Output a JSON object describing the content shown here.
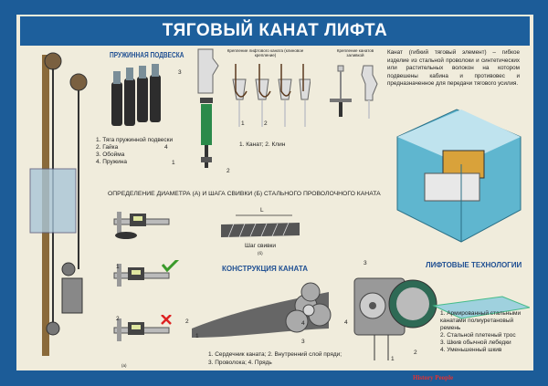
{
  "title": "ТЯГОВЫЙ КАНАТ ЛИФТА",
  "spring": {
    "heading": "ПРУЖИННАЯ ПОДВЕСКА",
    "items": [
      "1. Тяга пружинной подвески",
      "2. Гайка",
      "3. Обойма",
      "4. Пружина"
    ],
    "callouts": [
      "3",
      "4",
      "1",
      "2"
    ]
  },
  "wedge": {
    "heading": "Крепление лифтового каната (клиновое крепление)",
    "labels": [
      "1",
      "2"
    ],
    "legend": "1. Канат; 2. Клин"
  },
  "pour": {
    "heading": "Крепление канатов заливкой"
  },
  "description": "Канат (гибкий тяговый элемент) – гибкое изделие из стальной проволоки и синтетических или растительных волокон на котором подвешены кабина и противовес и предназначенное для передачи тягового усилия.",
  "diameter": {
    "heading": "ОПРЕДЕЛЕНИЕ ДИАМЕТРА (А) И ШАГА СВИВКИ (Б) СТАЛЬНОГО ПРОВОЛОЧНОГО КАНАТА",
    "L": "L",
    "lay_label": "Шаг свивки",
    "b": "(б)",
    "a": "(а)",
    "nums": [
      "1",
      "2"
    ]
  },
  "construction": {
    "heading": "КОНСТРУКЦИЯ КАНАТА",
    "legend1": "1. Сердечник каната; 2. Внутренний слой пряди;",
    "legend2": "3. Проволока; 4. Прядь",
    "callouts": [
      "1",
      "2",
      "3",
      "4"
    ]
  },
  "tech": {
    "heading": "ЛИФТОВЫЕ ТЕХНОЛОГИИ",
    "items": [
      "1. Армированный стальными канатами полиуретановый ремень",
      "2. Стальной плетеный трос",
      "3. Шкив обычной лебедки",
      "4. Уменьшенный шкив"
    ],
    "callouts": [
      "3",
      "4",
      "2",
      "1"
    ]
  },
  "logo": "History People",
  "colors": {
    "frame": "#1c5c98",
    "panel": "#f0ecdc",
    "heading": "#1f4f92"
  }
}
